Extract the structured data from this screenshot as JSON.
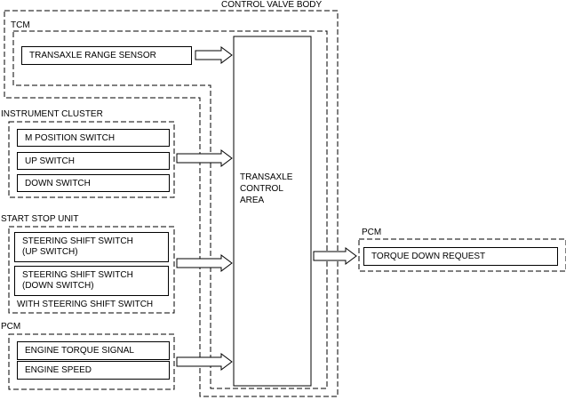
{
  "control_valve_body": {
    "title": "CONTROL VALVE BODY"
  },
  "tcm": {
    "title": "TCM",
    "inputs": [
      "TRANSAXLE RANGE SENSOR"
    ]
  },
  "instrument_cluster": {
    "title": "INSTRUMENT CLUSTER",
    "inputs": [
      "M POSITION SWITCH",
      "UP SWITCH",
      "DOWN SWITCH"
    ]
  },
  "start_stop_unit": {
    "title": "START STOP UNIT",
    "inputs": [
      [
        "STEERING SHIFT SWITCH",
        "(UP SWITCH)"
      ],
      [
        "STEERING SHIFT SWITCH",
        "(DOWN SWITCH)"
      ]
    ],
    "note": "WITH STEERING SHIFT SWITCH"
  },
  "pcm_input": {
    "title": "PCM",
    "inputs": [
      "ENGINE TORQUE SIGNAL",
      "ENGINE SPEED"
    ]
  },
  "control_area": {
    "lines": [
      "TRANSAXLE",
      "CONTROL",
      "AREA"
    ]
  },
  "pcm_output": {
    "title": "PCM",
    "outputs": [
      "TORQUE DOWN REQUEST"
    ]
  }
}
